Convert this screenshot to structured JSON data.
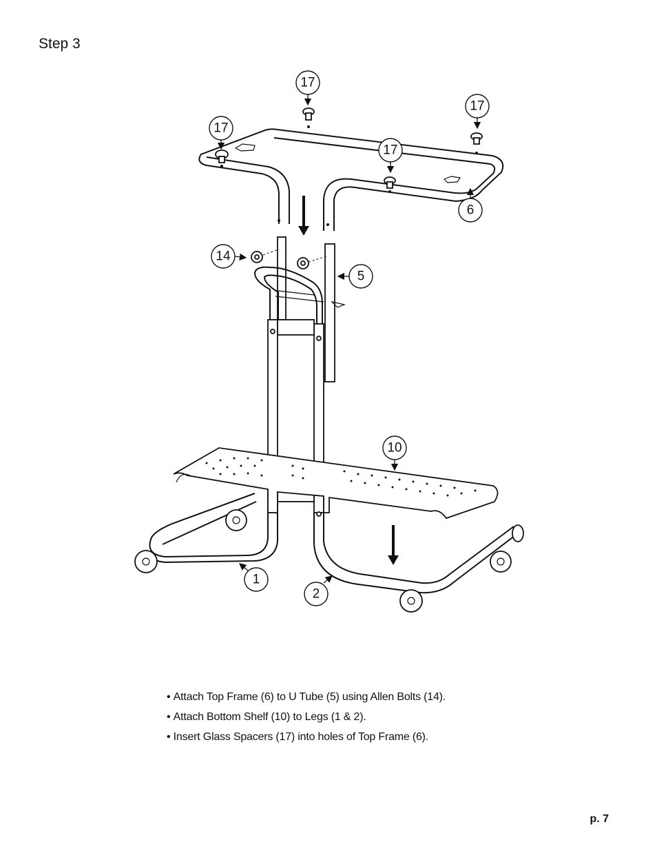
{
  "step_title": "Step 3",
  "callouts": {
    "spacer_top_left": "17",
    "spacer_top_center": "17",
    "spacer_top_right": "17",
    "spacer_mid_right": "17",
    "top_frame": "6",
    "allen_bolts": "14",
    "u_tube": "5",
    "bottom_shelf": "10",
    "leg_left": "1",
    "leg_right": "2"
  },
  "instructions": [
    "Attach Top Frame (6) to U Tube (5) using Allen Bolts (14).",
    "Attach Bottom Shelf (10) to Legs (1 & 2).",
    "Insert Glass Spacers (17) into holes of Top Frame (6)."
  ],
  "page_number": "p. 7"
}
